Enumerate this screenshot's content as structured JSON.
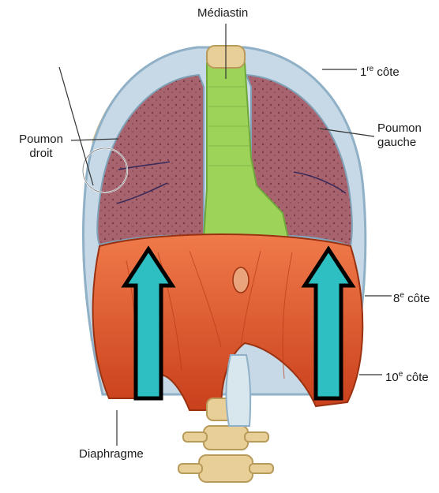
{
  "labels": {
    "mediastin": "Médiastin",
    "poumon_droit": "Poumon\ndroit",
    "poumon_gauche": "Poumon\ngauche",
    "cote1_num": "1",
    "cote1_sup": "re",
    "cote1_word": " côte",
    "cote8_num": "8",
    "cote8_sup": "e",
    "cote8_word": " côte",
    "cote10_num": "10",
    "cote10_sup": "e",
    "cote10_word": " côte",
    "diaphragme": "Diaphragme"
  },
  "colors": {
    "lung": "#a8646e",
    "lung_dots": "#7a3a44",
    "mediastin": "#9ed35a",
    "diaphragm": "#e0542a",
    "diaphragm_dark": "#b83a18",
    "bone": "#e8cf98",
    "pleura": "#a9c4d6",
    "arrow_fill": "#2ebfc2",
    "arrow_stroke": "#000000"
  },
  "icons": {
    "arrow_left": "arrow-up-icon",
    "arrow_right": "arrow-up-icon"
  }
}
